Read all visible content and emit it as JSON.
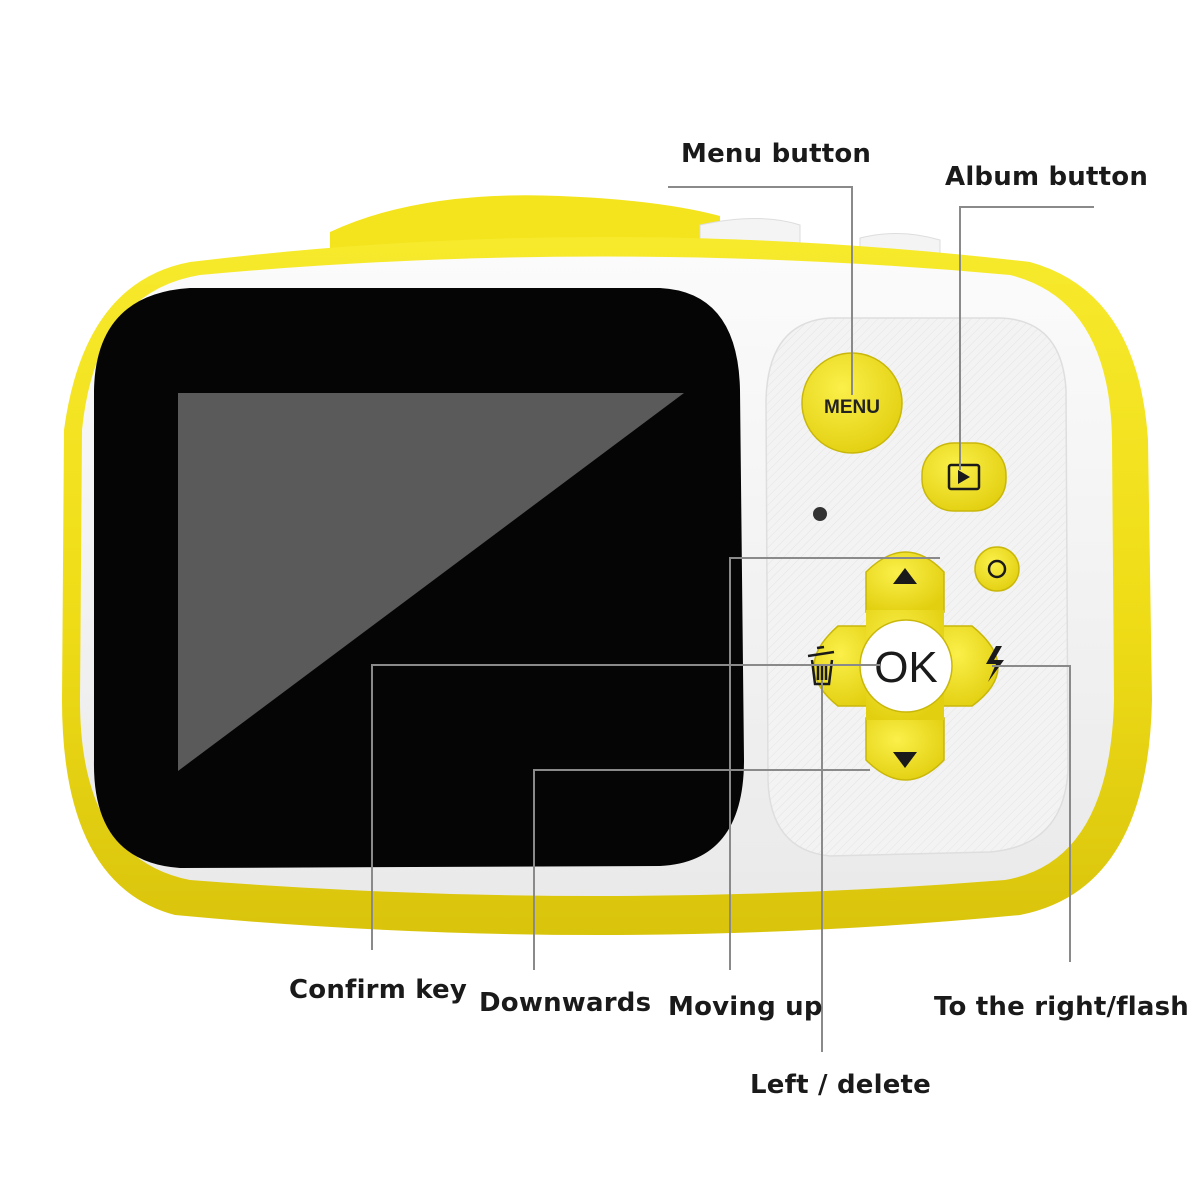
{
  "labels": {
    "menu_button": "Menu button",
    "album_button": "Album button",
    "confirm_key": "Confirm key",
    "downwards": "Downwards",
    "moving_up": "Moving up",
    "right_flash": "To the right/flash",
    "left_delete": "Left / delete"
  },
  "buttons": {
    "menu": "MENU",
    "ok": "OK"
  },
  "colors": {
    "body_yellow": "#f2e31c",
    "face_white": "#f6f6f6",
    "screen_black": "#050505",
    "screen_gray": "#5a5a5a",
    "button_yellow": "#f4e21a"
  }
}
